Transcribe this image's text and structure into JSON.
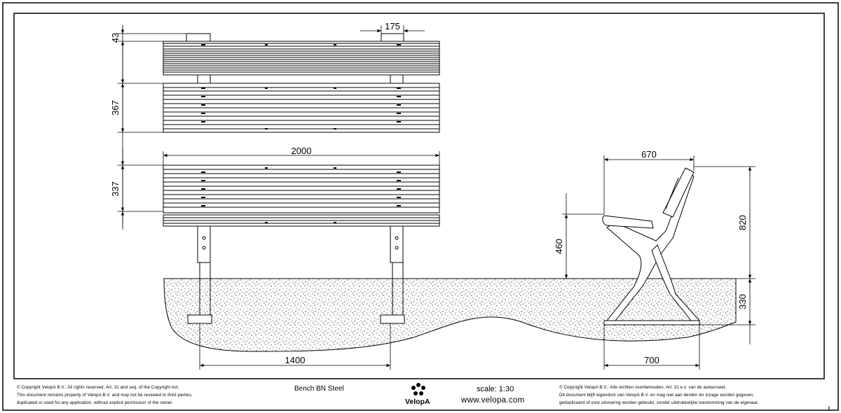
{
  "drawing": {
    "title": "Bench BN Steel",
    "scale": "scale: 1:30",
    "url": "www.velopa.com",
    "brand": "VelopA"
  },
  "dimensions": {
    "top_offset": "43",
    "post_width": "175",
    "backrest_height": "367",
    "length": "2000",
    "seat_height_front": "337",
    "post_spacing": "1400",
    "depth": "670",
    "seat_height": "460",
    "overall_height": "820",
    "foundation_depth": "330",
    "foundation_width": "700"
  },
  "copyright": {
    "en_lines": [
      "© Copyright VelopA B.V.: All rights reserved, Art. 31 and seq. of the Copyright Act.",
      "This document remains property of VelopA B.V. and may not be revealed to third parties,",
      "duplicated or used for any application, without explicit permission of the owner."
    ],
    "nl_lines": [
      "© Copyright VelopA B.V.: Alle rechten voorbehouden, Art. 31 e.v. van de auteurswet.",
      "Dit document blijft eigendom van VelopA B.V. en mag niet aan derden ter inzage worden gegeven,",
      "gedupliceerd of voor uitvoering worden gebruikt, zonder uitdrukkelijke toestemming van de eigenaar."
    ]
  },
  "colors": {
    "line": "#000000",
    "paper": "#ffffff",
    "concrete": "#ffffff"
  }
}
